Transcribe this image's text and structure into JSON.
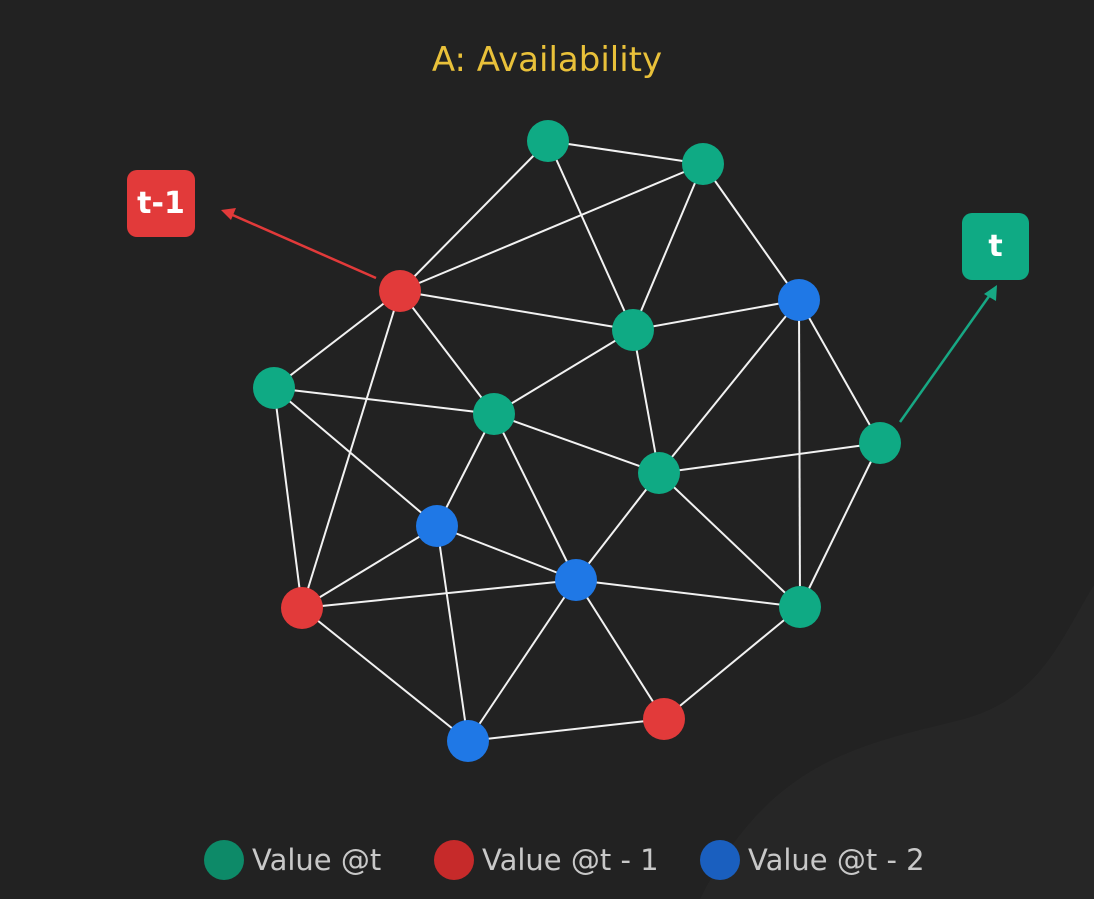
{
  "title": "A: Availability",
  "colors": {
    "background": "#222222",
    "title": "#e9c13a",
    "value_t": "#0faa84",
    "value_t_minus_1": "#e23a3a",
    "value_t_minus_2": "#1f78e6",
    "edge": "#f2f2f2"
  },
  "tags": {
    "t_minus_1": "t-1",
    "t": "t"
  },
  "legend": [
    {
      "label": "Value @t",
      "color": "#0d8a68"
    },
    {
      "label": "Value @t - 1",
      "color": "#c62a2a"
    },
    {
      "label": "Value @t - 2",
      "color": "#1a5fbf"
    }
  ],
  "graph": {
    "nodes": [
      {
        "id": "n1",
        "group": "t"
      },
      {
        "id": "n2",
        "group": "t"
      },
      {
        "id": "n3",
        "group": "t-1"
      },
      {
        "id": "n4",
        "group": "t"
      },
      {
        "id": "n5",
        "group": "t-2"
      },
      {
        "id": "n6",
        "group": "t"
      },
      {
        "id": "n7",
        "group": "t"
      },
      {
        "id": "n8",
        "group": "t"
      },
      {
        "id": "n9",
        "group": "t"
      },
      {
        "id": "n10",
        "group": "t-2"
      },
      {
        "id": "n11",
        "group": "t-1"
      },
      {
        "id": "n12",
        "group": "t-2"
      },
      {
        "id": "n13",
        "group": "t"
      },
      {
        "id": "n14",
        "group": "t-1"
      },
      {
        "id": "n15",
        "group": "t-2"
      }
    ],
    "edges": [
      [
        "n1",
        "n2"
      ],
      [
        "n1",
        "n3"
      ],
      [
        "n1",
        "n4"
      ],
      [
        "n2",
        "n3"
      ],
      [
        "n2",
        "n4"
      ],
      [
        "n2",
        "n5"
      ],
      [
        "n3",
        "n4"
      ],
      [
        "n3",
        "n6"
      ],
      [
        "n3",
        "n7"
      ],
      [
        "n3",
        "n11"
      ],
      [
        "n4",
        "n5"
      ],
      [
        "n4",
        "n7"
      ],
      [
        "n4",
        "n8"
      ],
      [
        "n5",
        "n8"
      ],
      [
        "n5",
        "n9"
      ],
      [
        "n5",
        "n13"
      ],
      [
        "n6",
        "n7"
      ],
      [
        "n6",
        "n10"
      ],
      [
        "n6",
        "n11"
      ],
      [
        "n7",
        "n8"
      ],
      [
        "n7",
        "n10"
      ],
      [
        "n7",
        "n12"
      ],
      [
        "n8",
        "n9"
      ],
      [
        "n8",
        "n12"
      ],
      [
        "n8",
        "n13"
      ],
      [
        "n9",
        "n13"
      ],
      [
        "n10",
        "n11"
      ],
      [
        "n10",
        "n12"
      ],
      [
        "n10",
        "n15"
      ],
      [
        "n11",
        "n12"
      ],
      [
        "n11",
        "n15"
      ],
      [
        "n12",
        "n13"
      ],
      [
        "n12",
        "n14"
      ],
      [
        "n12",
        "n15"
      ],
      [
        "n13",
        "n14"
      ],
      [
        "n14",
        "n15"
      ]
    ]
  }
}
